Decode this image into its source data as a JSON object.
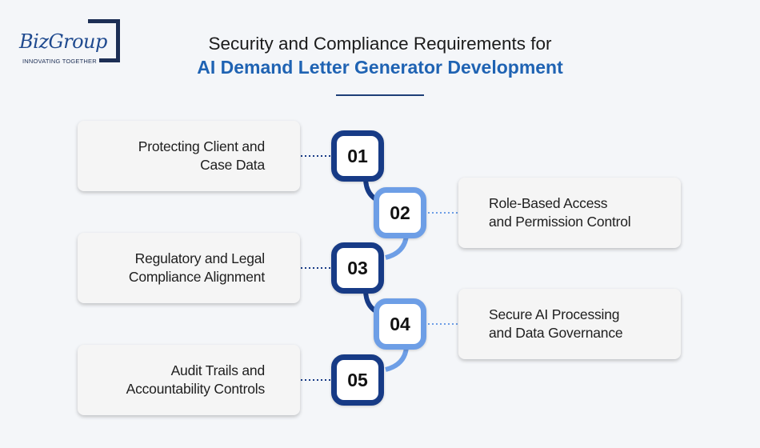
{
  "logo": {
    "name": "BizGroup",
    "tagline": "INNOVATING TOGETHER"
  },
  "title": {
    "line1": "Security and Compliance Requirements for",
    "line2": "AI Demand Letter Generator Development"
  },
  "colors": {
    "dark_blue": "#173b86",
    "light_blue": "#6d9ee6",
    "title_accent": "#1f63b3",
    "background": "#f4f6f9"
  },
  "steps": [
    {
      "number": "01",
      "label": "Protecting Client and\nCase Data",
      "side": "left"
    },
    {
      "number": "02",
      "label": "Role-Based Access\nand Permission Control",
      "side": "right"
    },
    {
      "number": "03",
      "label": "Regulatory and Legal\nCompliance Alignment",
      "side": "left"
    },
    {
      "number": "04",
      "label": "Secure AI Processing\nand Data Governance",
      "side": "right"
    },
    {
      "number": "05",
      "label": "Audit Trails and\nAccountability Controls",
      "side": "left"
    }
  ]
}
